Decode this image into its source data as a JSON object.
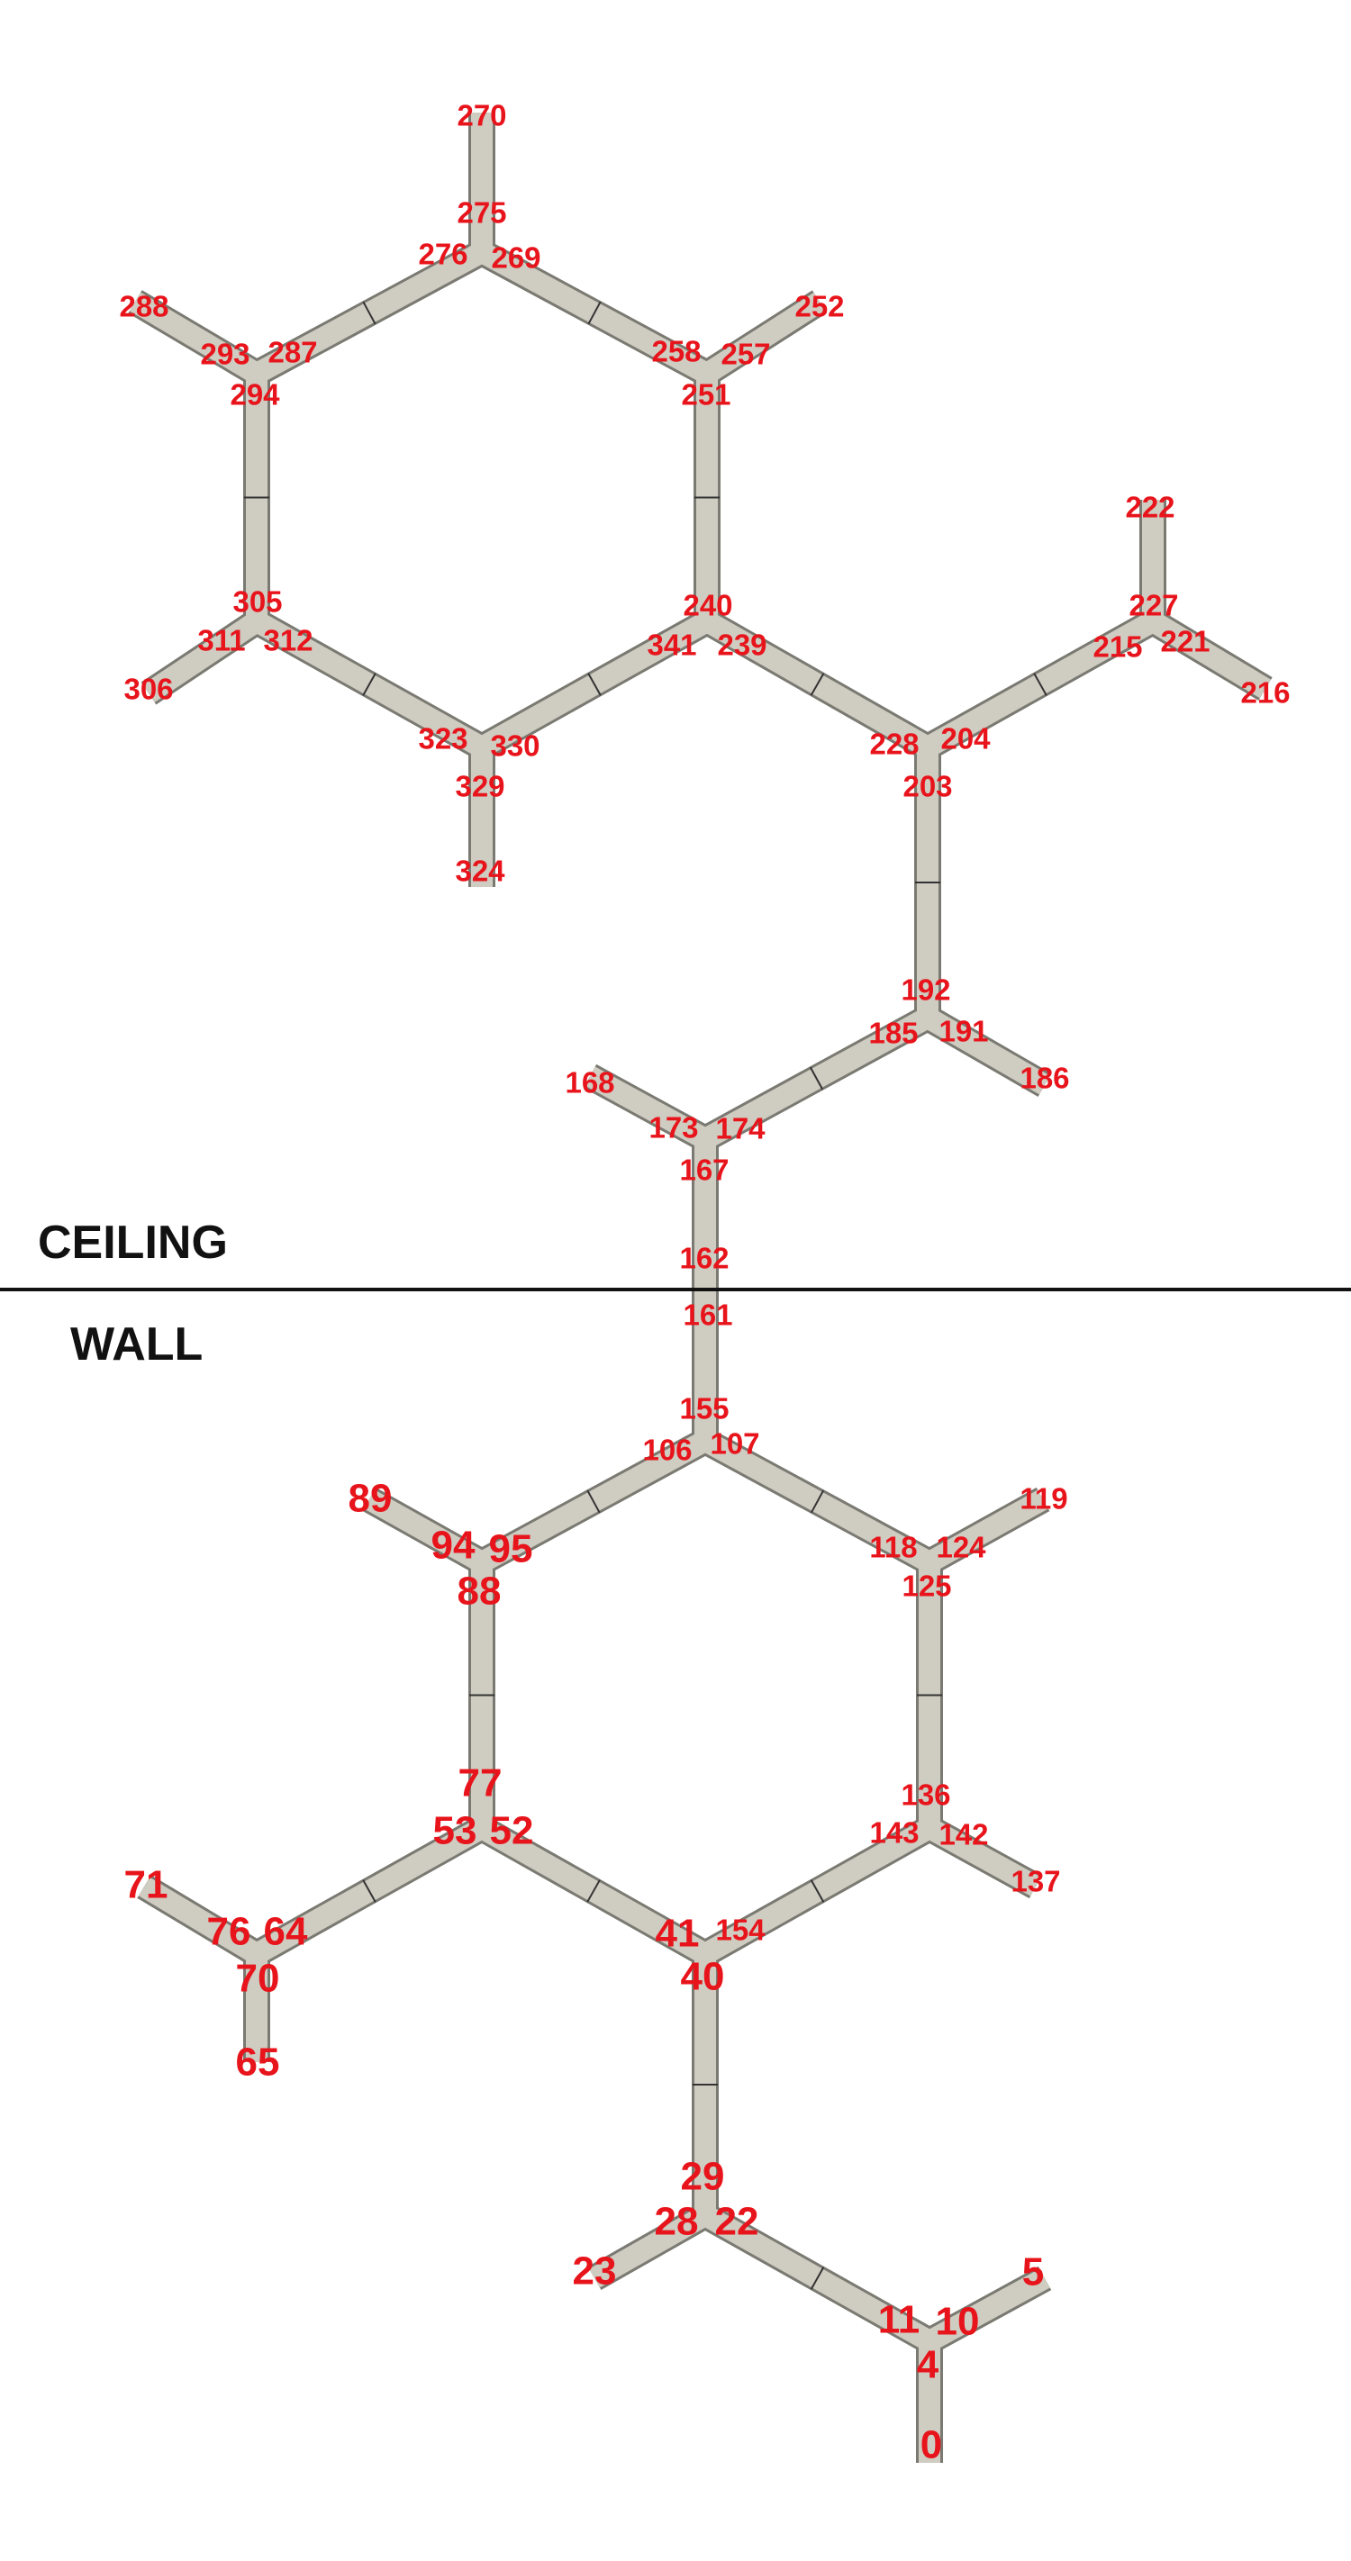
{
  "sections": {
    "ceiling": "CEILING",
    "wall": "WALL"
  },
  "colors": {
    "label": "#e8141b",
    "pipe_fill": "#cfccc2",
    "pipe_edge": "#7a7a72",
    "divider": "#111111"
  },
  "labels": {
    "n270": "270",
    "n275": "275",
    "n276": "276",
    "n269": "269",
    "n288": "288",
    "n293": "293",
    "n287": "287",
    "n294": "294",
    "n252": "252",
    "n258": "258",
    "n257": "257",
    "n251": "251",
    "n222": "222",
    "n227": "227",
    "n215": "215",
    "n221": "221",
    "n216": "216",
    "n305": "305",
    "n311": "311",
    "n312": "312",
    "n306": "306",
    "n240": "240",
    "n341": "341",
    "n239": "239",
    "n323": "323",
    "n330": "330",
    "n329": "329",
    "n324": "324",
    "n228": "228",
    "n204": "204",
    "n203": "203",
    "n192": "192",
    "n185": "185",
    "n191": "191",
    "n186": "186",
    "n168": "168",
    "n173": "173",
    "n174": "174",
    "n167": "167",
    "n162": "162",
    "n161": "161",
    "n155": "155",
    "n106": "106",
    "n107": "107",
    "n89": "89",
    "n94": "94",
    "n95": "95",
    "n88": "88",
    "n119": "119",
    "n118": "118",
    "n124": "124",
    "n125": "125",
    "n77": "77",
    "n53": "53",
    "n52": "52",
    "n136": "136",
    "n143": "143",
    "n142": "142",
    "n137": "137",
    "n71": "71",
    "n76": "76",
    "n64": "64",
    "n70": "70",
    "n65": "65",
    "n41": "41",
    "n154": "154",
    "n40": "40",
    "n29": "29",
    "n28": "28",
    "n22": "22",
    "n23": "23",
    "n11": "11",
    "n10": "10",
    "n5": "5",
    "n4": "4",
    "n0": "0"
  }
}
